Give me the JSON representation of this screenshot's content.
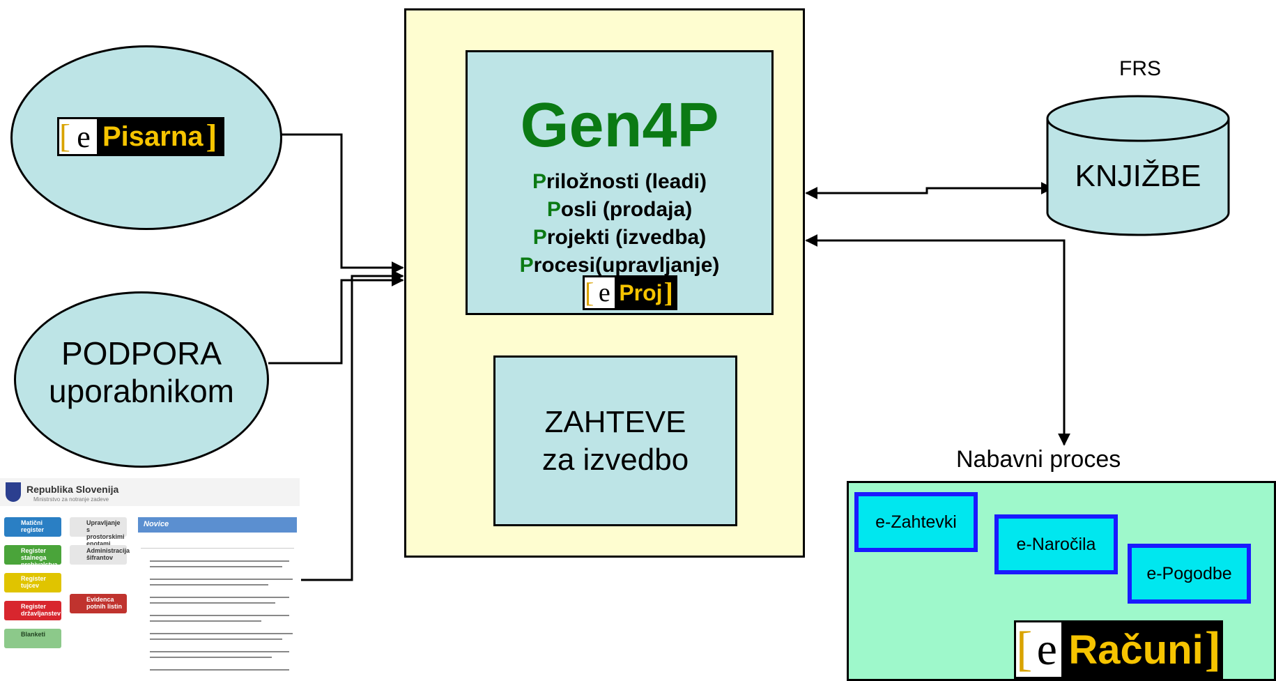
{
  "left": {
    "episarna_logo": {
      "letter": "e",
      "word": "Pisarna"
    },
    "podpora": {
      "line1": "PODPORA",
      "line2": "uporabnikom"
    }
  },
  "center": {
    "title": "Gen4P",
    "title_color": "#0b7a14",
    "items": [
      {
        "first": "P",
        "rest": "riložnosti (leadi)"
      },
      {
        "first": "P",
        "rest": "osli (prodaja)"
      },
      {
        "first": "P",
        "rest": "rojekti (izvedba)"
      },
      {
        "first": "P",
        "rest": "rocesi(upravljanje)"
      }
    ],
    "eproj_logo": {
      "letter": "e",
      "word": "Proj"
    },
    "zahteve": {
      "line1": "ZAHTEVE",
      "line2": "za izvedbo"
    }
  },
  "right": {
    "frs_label": "FRS",
    "knjizbe_label": "KNJIŽBE",
    "nabavni_label": "Nabavni proces",
    "boxes": {
      "zahtevki": "e-Zahtevki",
      "narocila": "e-Naročila",
      "pogodbe": "e-Pogodbe"
    },
    "eracuni_logo": {
      "letter": "e",
      "word": "Računi"
    }
  },
  "website": {
    "title": "Republika Slovenija",
    "subtitle": "Ministrstvo za notranje zadeve",
    "menu": [
      "Matični register",
      "Register stalnega prebivalstva",
      "Register tujcev",
      "Register državljanstev",
      "Blanketi",
      "Upravljanje s prostorskimi enotami",
      "Administracija šifrantov",
      "Evidenca potnih listin"
    ],
    "news_heading": "Novice"
  },
  "colors": {
    "yellow_panel": "#fefdd0",
    "cyan_box": "#bde4e6",
    "green_panel": "#9ef8cb",
    "process_box": "#00e7ef",
    "process_border": "#1a1aff",
    "clamp_purple": "#3a0e8f"
  }
}
